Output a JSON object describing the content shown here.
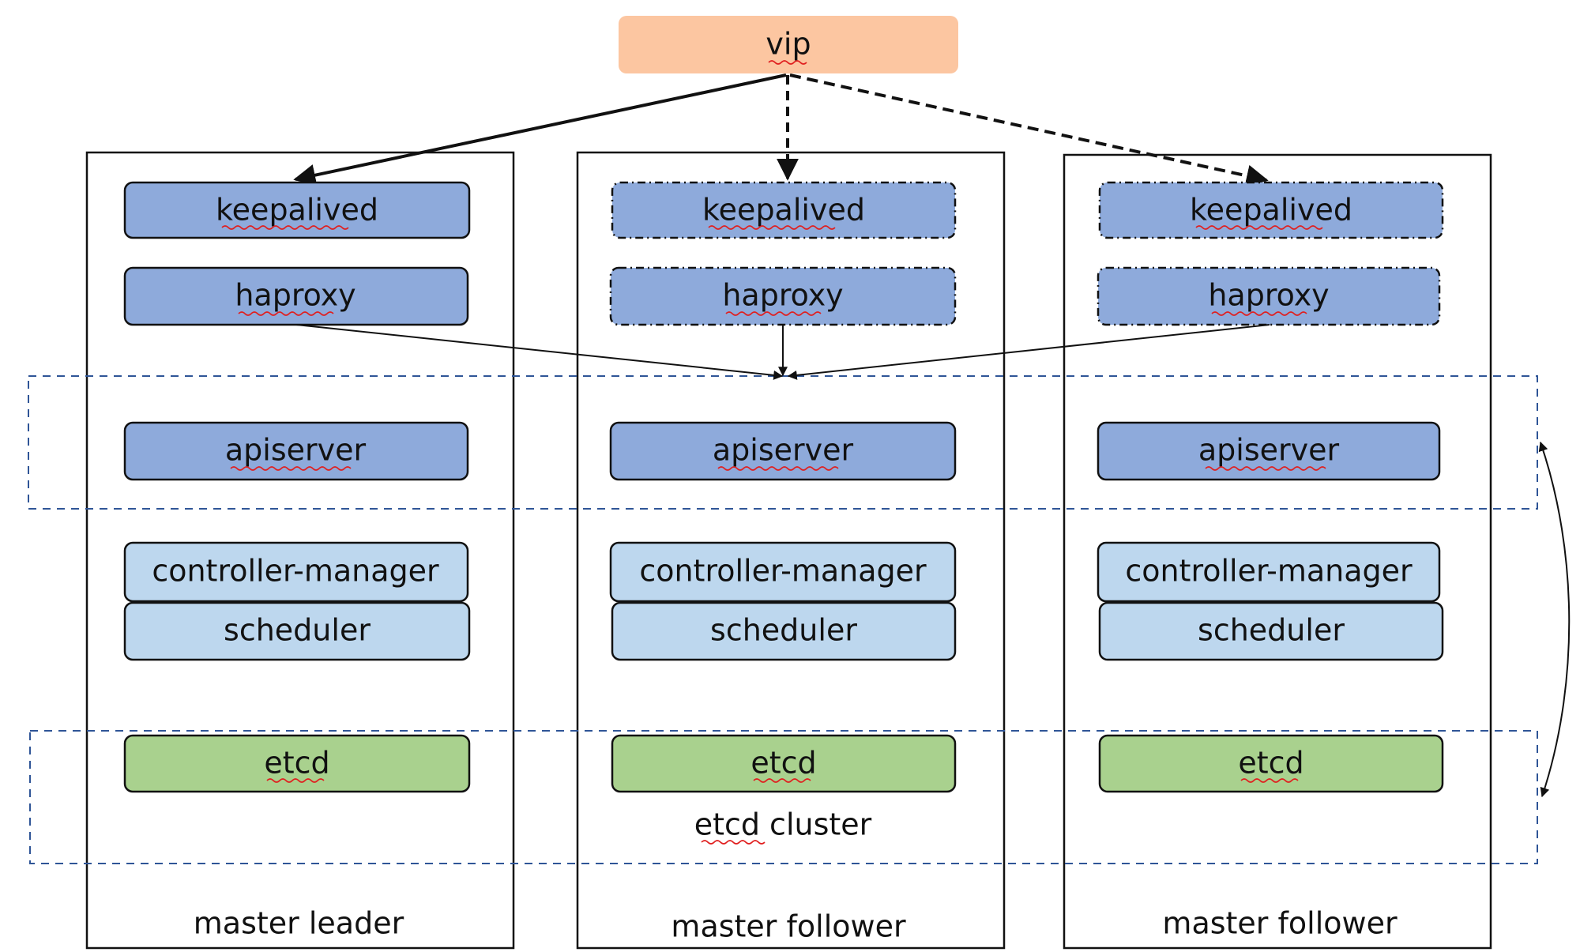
{
  "vip": {
    "label": "vip",
    "color": "#fcc6a1"
  },
  "nodes": [
    {
      "caption": "master leader",
      "keepalived": "keepalived",
      "haproxy": "haproxy",
      "apiserver": "apiserver",
      "controller_manager": "controller-manager",
      "scheduler": "scheduler",
      "etcd": "etcd"
    },
    {
      "caption": "master follower",
      "keepalived": "keepalived",
      "haproxy": "haproxy",
      "apiserver": "apiserver",
      "controller_manager": "controller-manager",
      "scheduler": "scheduler",
      "etcd": "etcd"
    },
    {
      "caption": "master follower",
      "keepalived": "keepalived",
      "haproxy": "haproxy",
      "apiserver": "apiserver",
      "controller_manager": "controller-manager",
      "scheduler": "scheduler",
      "etcd": "etcd"
    }
  ],
  "etcd_cluster_label": "etcd cluster",
  "colors": {
    "proxy_blue": "#8eaadb",
    "control_light_blue": "#bdd7ee",
    "etcd_green": "#a9d18e",
    "group_dash": "#2f5597",
    "spellcheck": "#e02020"
  }
}
